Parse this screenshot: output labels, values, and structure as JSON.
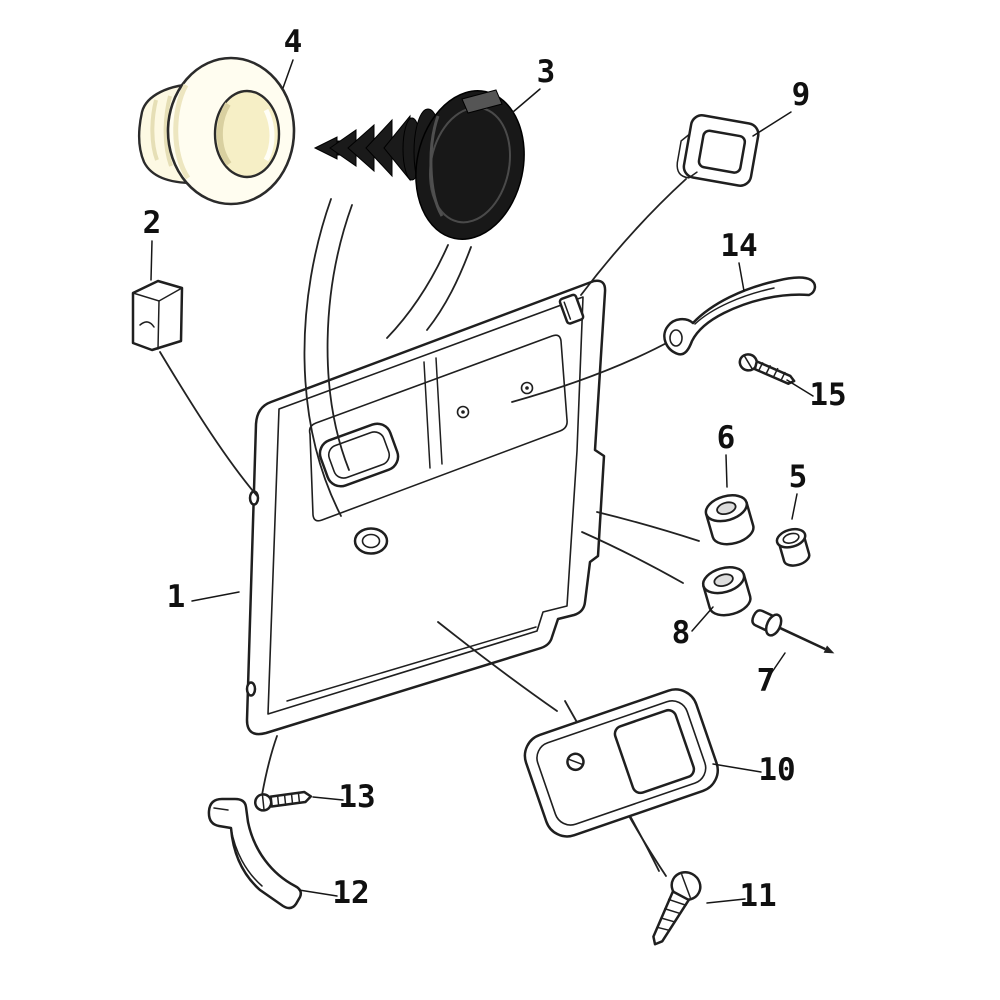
{
  "figure": {
    "type": "exploded-parts-diagram",
    "subject": "car door interior trim panel with fastener hardware",
    "style": "black line art on white background",
    "colors": {
      "line": "#1f1f1f",
      "background": "#ffffff",
      "part_fill": "#ffffff",
      "grommet_cream": "#fffdf0",
      "grommet_shade": "#f6efc6",
      "clip_black": "#1a1a1a"
    }
  },
  "diagram": {
    "parts": [
      {
        "number": "1",
        "name": "door-trim-panel"
      },
      {
        "number": "2",
        "name": "square-retainer-clip"
      },
      {
        "number": "3",
        "name": "black-expansion-trim-clip"
      },
      {
        "number": "4",
        "name": "white-plastic-grommet"
      },
      {
        "number": "5",
        "name": "cap-pin"
      },
      {
        "number": "6",
        "name": "spacer-bushing"
      },
      {
        "number": "7",
        "name": "blind-rivet"
      },
      {
        "number": "8",
        "name": "spacer-bushing"
      },
      {
        "number": "9",
        "name": "square-clip"
      },
      {
        "number": "10",
        "name": "inner-door-handle-bezel"
      },
      {
        "number": "11",
        "name": "tapping-screw"
      },
      {
        "number": "12",
        "name": "corner-bracket"
      },
      {
        "number": "13",
        "name": "tapping-screw"
      },
      {
        "number": "14",
        "name": "door-pull-bracket"
      },
      {
        "number": "15",
        "name": "tapping-screw"
      }
    ]
  }
}
